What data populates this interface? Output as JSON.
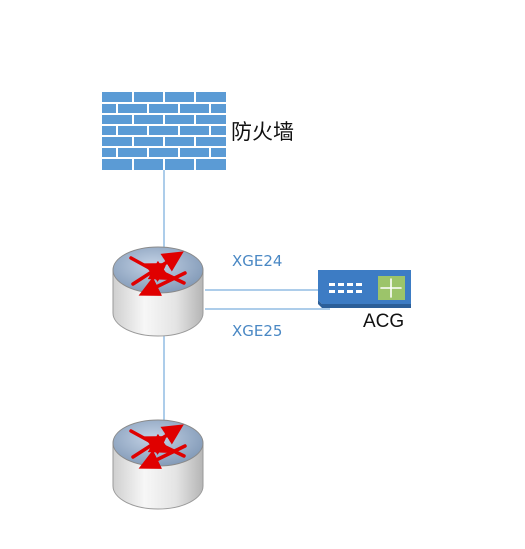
{
  "nodes": {
    "firewall": {
      "label": "防火墙",
      "icon": "firewall-brick-icon"
    },
    "acg": {
      "label": "ACG",
      "icon": "switch-appliance-icon"
    },
    "router_top": {
      "label": "",
      "icon": "router-icon"
    },
    "router_bottom": {
      "label": "",
      "icon": "router-icon"
    }
  },
  "links": [
    {
      "from": "firewall",
      "to": "router_top",
      "label": ""
    },
    {
      "from": "router_top",
      "to": "acg",
      "label": "XGE24"
    },
    {
      "from": "router_top",
      "to": "acg",
      "label": "XGE25"
    },
    {
      "from": "router_top",
      "to": "router_bottom",
      "label": ""
    }
  ],
  "colors": {
    "link": "#5b9bd5",
    "link_label": "#4a88c4",
    "firewall_fill": "#5b9bd5",
    "router_top_face": "#8aa3bf",
    "router_arrow": "#e00000",
    "acg_body": "#3d7cc4"
  }
}
